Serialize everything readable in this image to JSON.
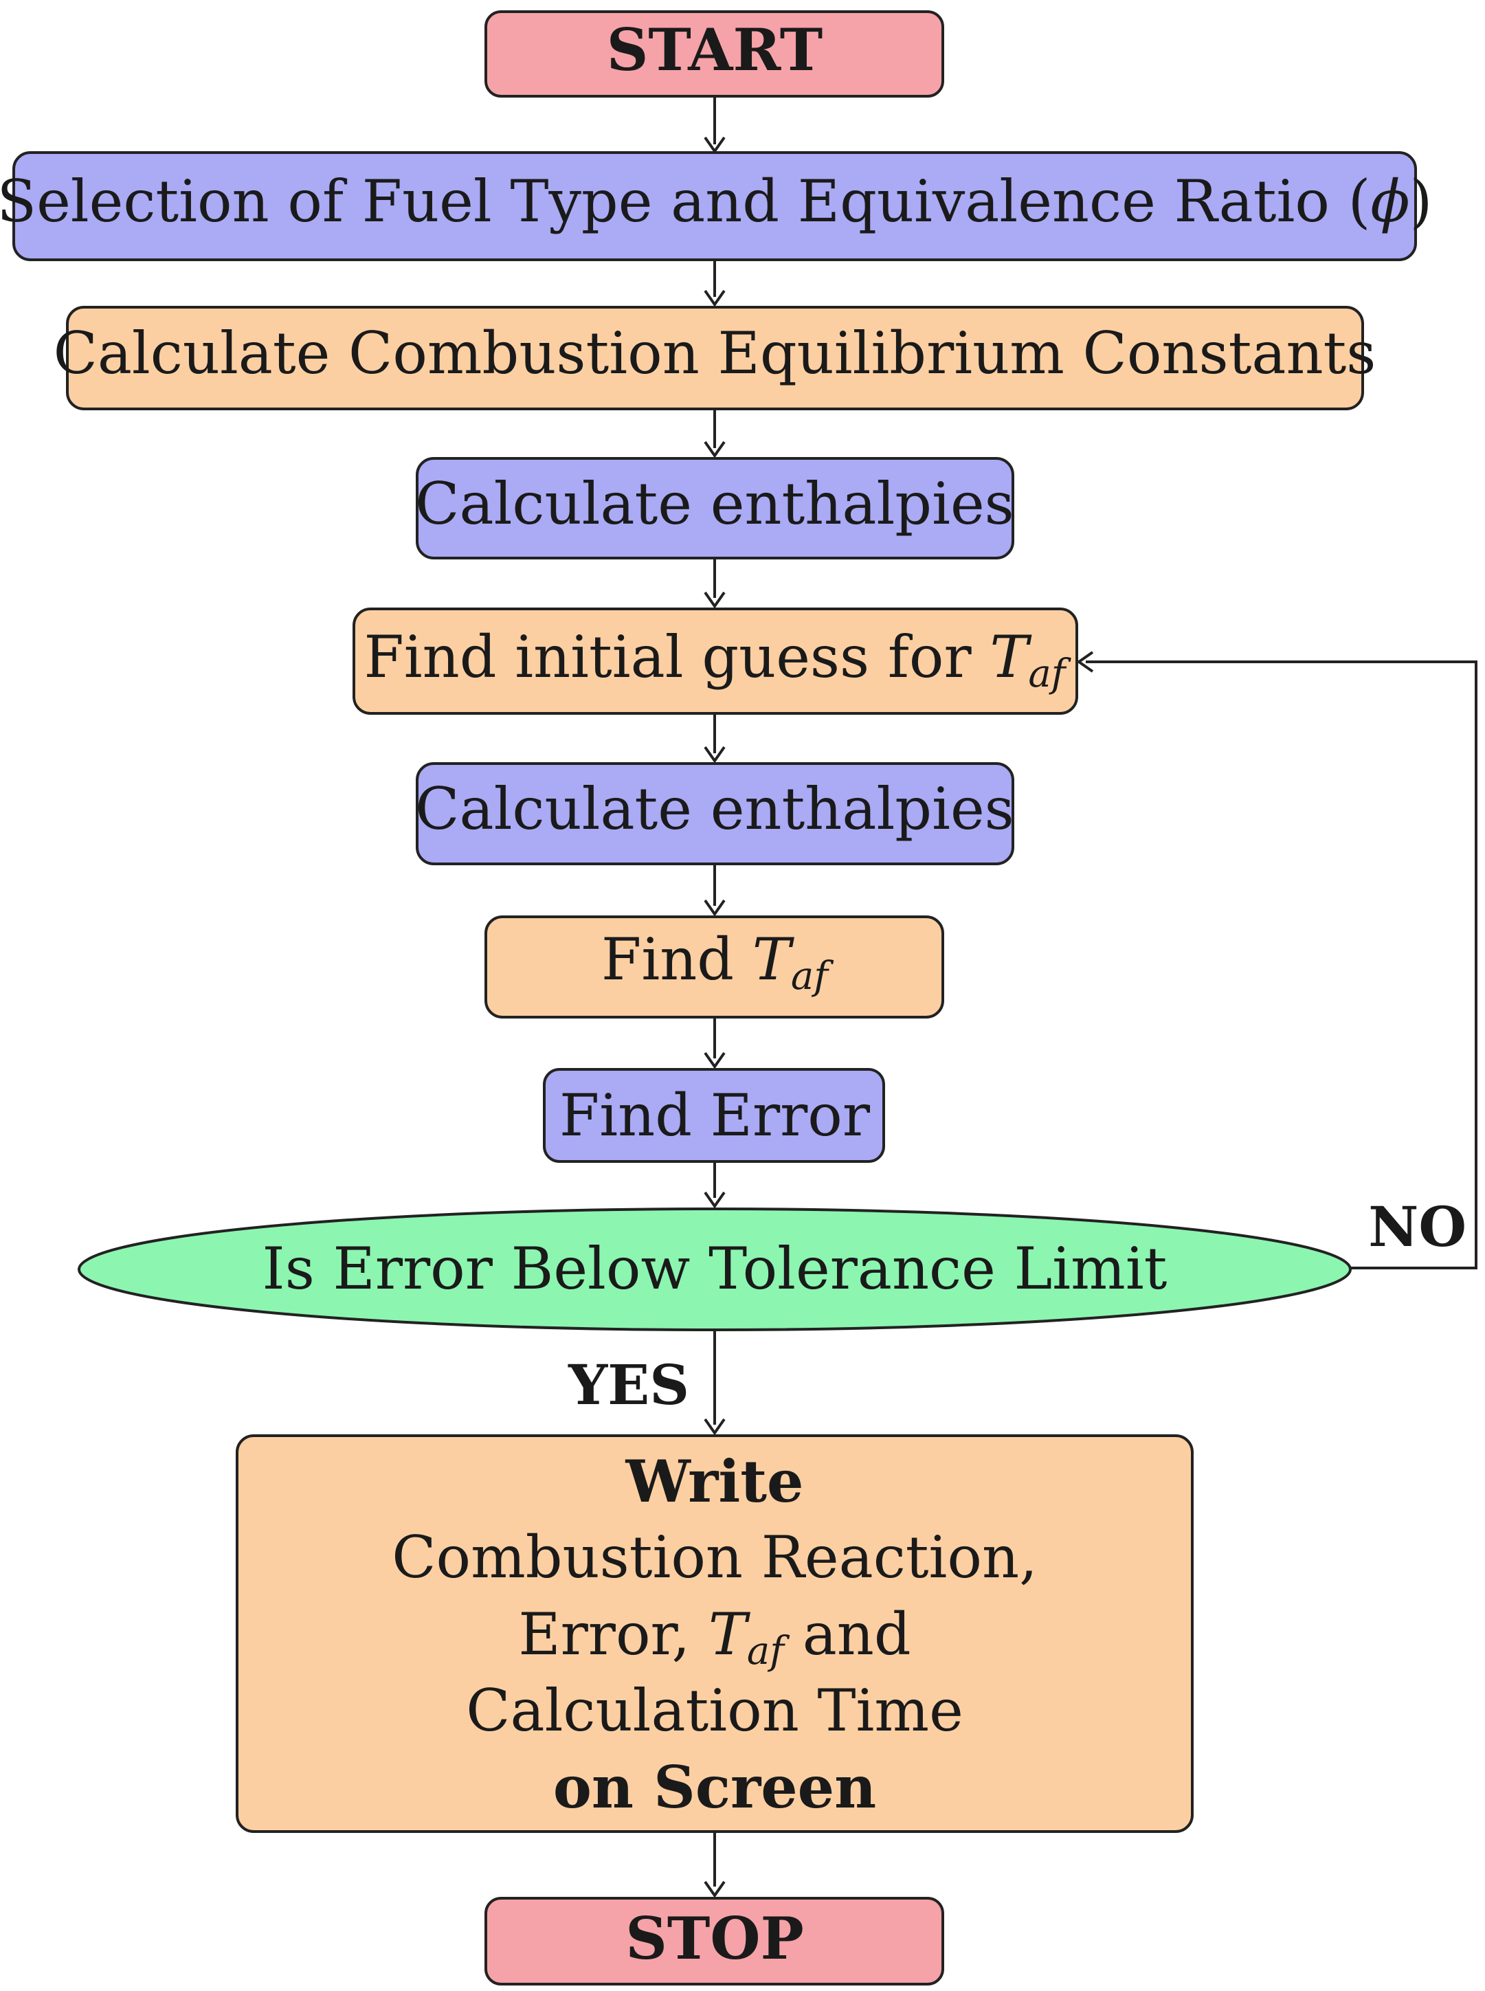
{
  "colors": {
    "terminal": "#f5a3a8",
    "process_blue": "#aaaaf5",
    "process_orange": "#fccfa2",
    "decision": "#8cf5b0",
    "stroke": "#222222"
  },
  "nodes": {
    "start": "START",
    "select_fuel": "Selection of Fuel Type and Equivalence Ratio (",
    "select_fuel_symbol": "ϕ",
    "select_fuel_close": ")",
    "calc_constants": "Calculate Combustion Equilibrium Constants",
    "calc_enthalpies_1": "Calculate enthalpies",
    "initial_guess": "Find initial guess for ",
    "calc_enthalpies_2": "Calculate enthalpies",
    "find_taf": "Find ",
    "find_error": "Find Error",
    "decision": "Is Error Below Tolerance Limit",
    "write_line1": "Write",
    "write_line2": "Combustion Reaction,",
    "write_line3a": "Error, ",
    "write_line3b": " and",
    "write_line4": "Calculation Time",
    "write_line5": "on Screen",
    "stop": "STOP"
  },
  "symbols": {
    "T": "T",
    "af": "af"
  },
  "edges": {
    "yes_label": "YES",
    "no_label": "NO"
  }
}
